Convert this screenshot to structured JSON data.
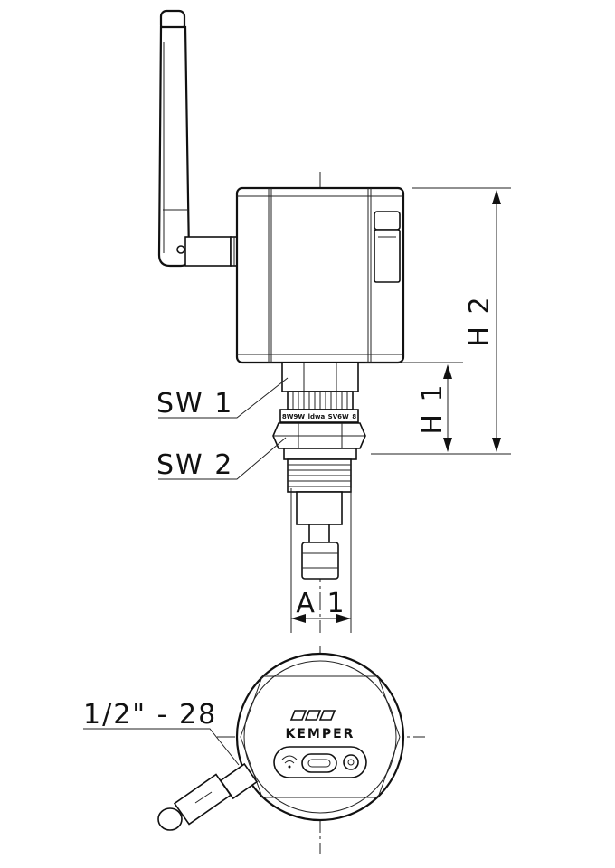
{
  "labels": {
    "sw1": "SW 1",
    "sw2": "SW 2",
    "h1": "H 1",
    "h2": "H 2",
    "a1": "A 1",
    "thread": "1/2\" - 28",
    "collar_text": "8W9W_ldwa_SV6W_8",
    "brand": "KEMPER"
  },
  "icons": [
    "antenna-icon",
    "wifi-icon",
    "usb-c-port-icon",
    "kemper-logo-icon"
  ]
}
